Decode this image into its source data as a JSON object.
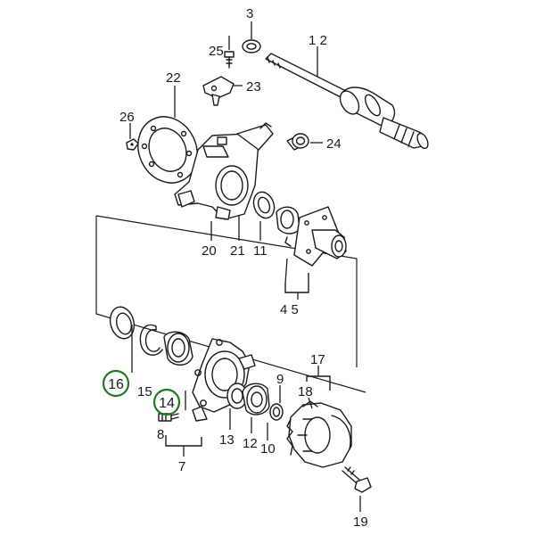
{
  "callouts": {
    "c1_2": "1 2",
    "c3": "3",
    "c4_5": "4 5",
    "c7": "7",
    "c8": "8",
    "c9": "9",
    "c10": "10",
    "c11": "11",
    "c12": "12",
    "c13": "13",
    "c14": "14",
    "c15": "15",
    "c16": "16",
    "c17": "17",
    "c18": "18",
    "c19": "19",
    "c20": "20",
    "c21": "21",
    "c22": "22",
    "c23": "23",
    "c24": "24",
    "c25": "25",
    "c26": "26"
  },
  "highlight_color": "#1e7a22",
  "line_color": "#1a1a1a"
}
